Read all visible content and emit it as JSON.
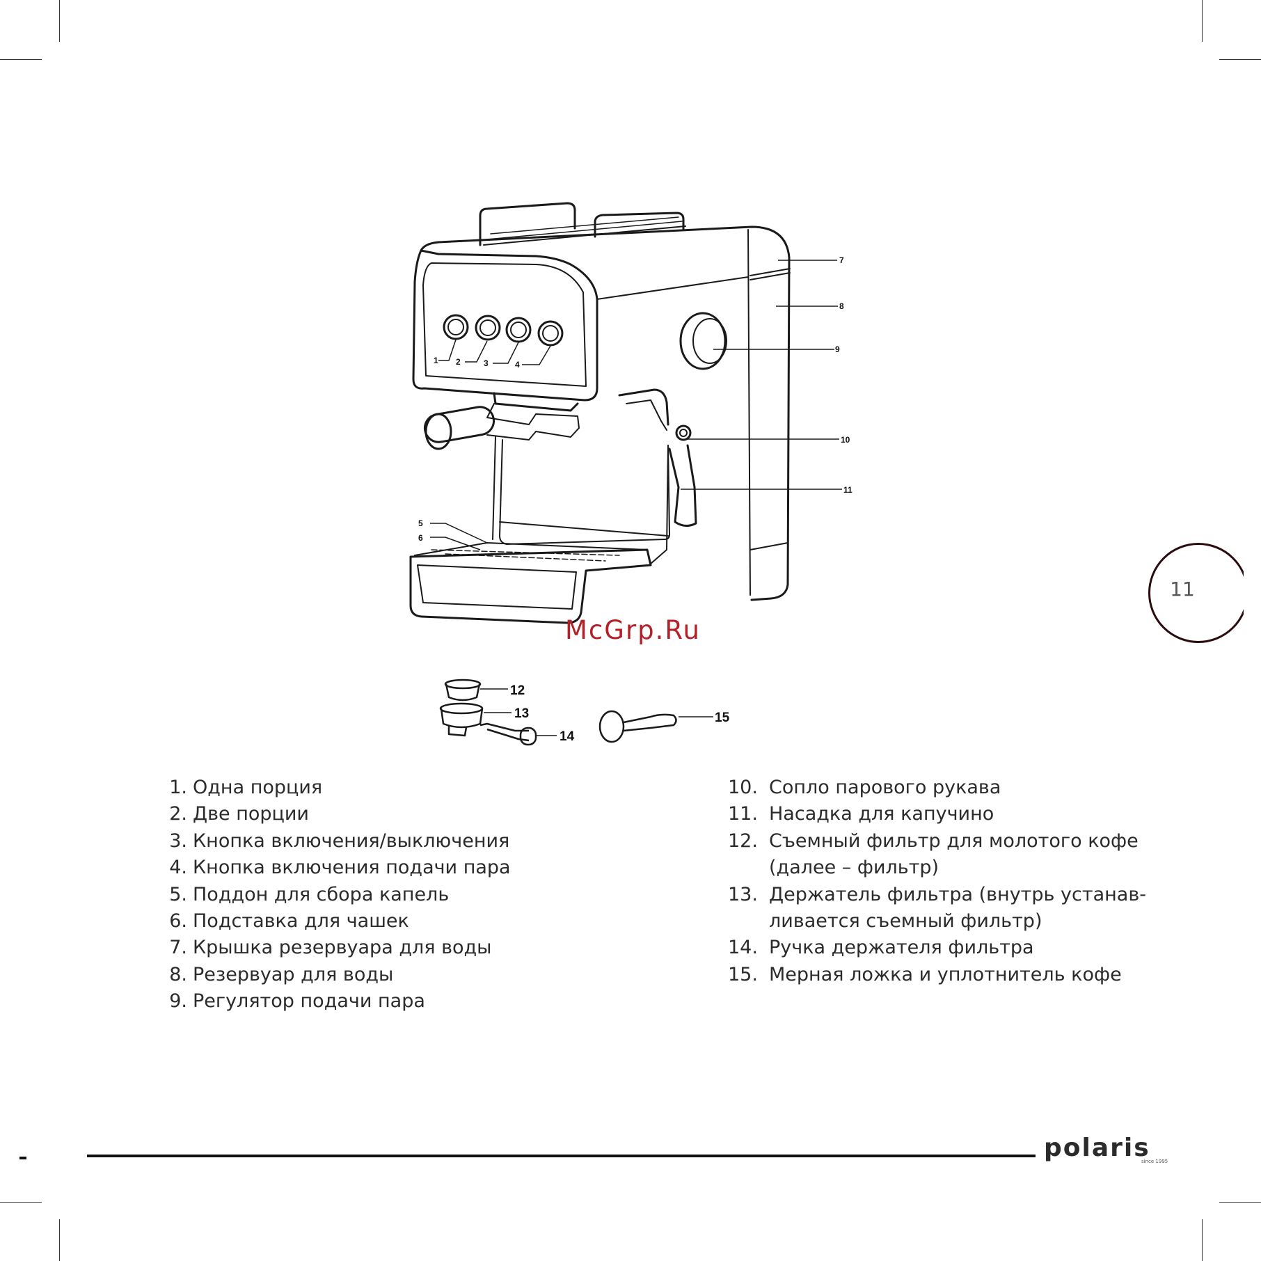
{
  "diagram": {
    "callouts": {
      "c1": "1",
      "c2": "2",
      "c3": "3",
      "c4": "4",
      "c5": "5",
      "c6": "6",
      "c7": "7",
      "c8": "8",
      "c9": "9",
      "c10": "10",
      "c11": "11",
      "c12": "12",
      "c13": "13",
      "c14": "14",
      "c15": "15"
    }
  },
  "watermark": "McGrp.Ru",
  "page_number": "11",
  "parts_left": [
    {
      "num": "1.",
      "text": "Одна порция"
    },
    {
      "num": "2.",
      "text": "Две порции"
    },
    {
      "num": "3.",
      "text": "Кнопка включения/выключения"
    },
    {
      "num": "4.",
      "text": "Кнопка включения подачи пара"
    },
    {
      "num": "5.",
      "text": "Поддон для сбора капель"
    },
    {
      "num": "6.",
      "text": "Подставка для чашек"
    },
    {
      "num": "7.",
      "text": "Крышка резервуара для воды"
    },
    {
      "num": "8.",
      "text": "Резервуар для воды"
    },
    {
      "num": "9.",
      "text": "Регулятор подачи пара"
    }
  ],
  "parts_right": [
    {
      "num": "10.",
      "text": "Сопло парового рукава"
    },
    {
      "num": "11.",
      "text": "Насадка для капучино"
    },
    {
      "num": "12.",
      "text": "Съемный фильтр для молотого кофе"
    },
    {
      "num": "",
      "text": "(далее – фильтр)"
    },
    {
      "num": "13.",
      "text": "Держатель фильтра (внутрь устанав-"
    },
    {
      "num": "",
      "text": "ливается съемный фильтр)"
    },
    {
      "num": "14.",
      "text": "Ручка держателя фильтра"
    },
    {
      "num": "15.",
      "text": "Мерная ложка и уплотнитель кофе"
    }
  ],
  "footer": {
    "brand": "polaris",
    "since": "since 1995"
  }
}
